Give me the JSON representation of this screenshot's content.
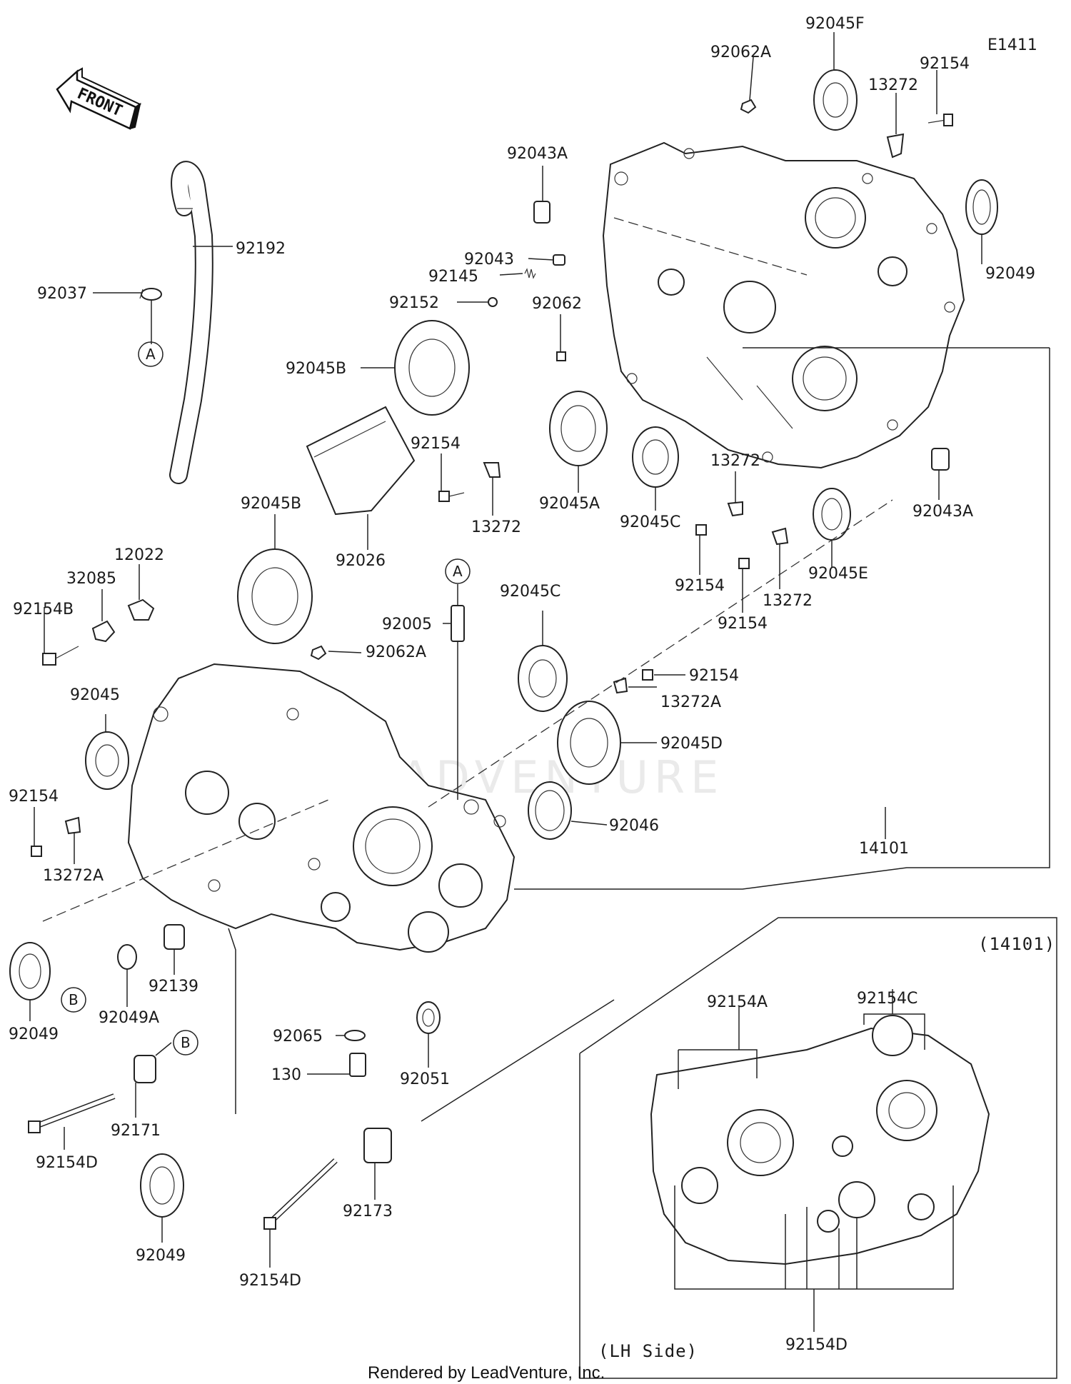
{
  "diagram_code": "E1411",
  "front_arrow_label": "FRONT",
  "watermark": "LEADVENTURE",
  "footer": "Rendered by LeadVenture, Inc.",
  "inset": {
    "ref": "(14101)",
    "side_label": "(LH Side)",
    "labels": {
      "a": "92154A",
      "c": "92154C",
      "d": "92154D"
    }
  },
  "parts": {
    "p92045F": "92045F",
    "p92062A_top": "92062A",
    "p92154_top": "92154",
    "p13272_top": "13272",
    "p92043A_top": "92043A",
    "p92192": "92192",
    "p92037": "92037",
    "p92049_tr": "92049",
    "p92043": "92043",
    "p92145": "92145",
    "p92152": "92152",
    "p92062": "92062",
    "p92045B_top": "92045B",
    "p92154_mid": "92154",
    "p13272_mid": "13272",
    "p92045A": "92045A",
    "p92045C_top": "92045C",
    "p13272_r1": "13272",
    "p92043A_r": "92043A",
    "p92045E": "92045E",
    "p92154_r1": "92154",
    "p13272_r2": "13272",
    "p92154_r2": "92154",
    "p92026": "92026",
    "p92045B_left": "92045B",
    "p12022": "12022",
    "p32085": "32085",
    "p92154B": "92154B",
    "p92005": "92005",
    "p92045C_mid": "92045C",
    "p92062A_mid": "92062A",
    "p92045": "92045",
    "p92154_rc": "92154",
    "p13272A_r": "13272A",
    "p92045D": "92045D",
    "p92046": "92046",
    "p92154_l": "92154",
    "p13272A_l": "13272A",
    "p14101": "14101",
    "p92049_l": "92049",
    "p92049A": "92049A",
    "p92139": "92139",
    "p92065": "92065",
    "p130": "130",
    "p92051": "92051",
    "p92171": "92171",
    "p92154D_l": "92154D",
    "p92049_b": "92049",
    "p92173": "92173",
    "p92154D_b": "92154D"
  },
  "callouts": {
    "a_top": "A",
    "a_mid": "A",
    "b_left": "B",
    "b_bottom": "B"
  }
}
